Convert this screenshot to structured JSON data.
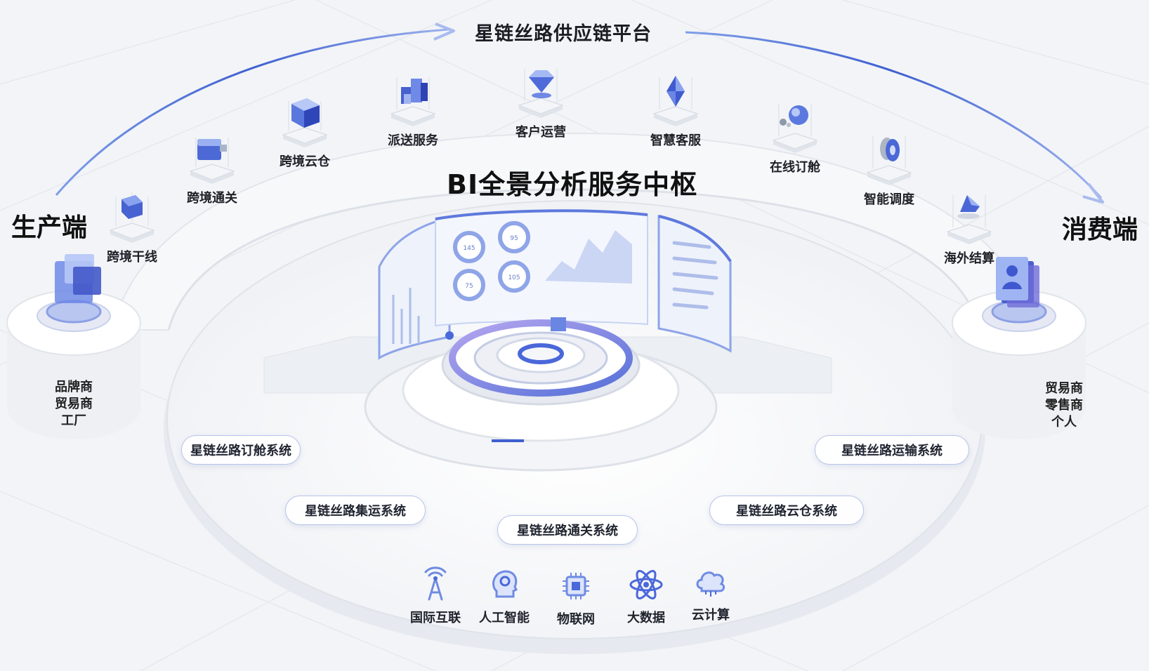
{
  "platform_title": "星链丝路供应链平台",
  "hub_title": "BI全景分析服务中枢",
  "producer": {
    "title": "生产端",
    "lines": [
      "品牌商",
      "贸易商",
      "工厂"
    ]
  },
  "consumer": {
    "title": "消费端",
    "lines": [
      "贸易商",
      "零售商",
      "个人"
    ]
  },
  "services": [
    {
      "label": "跨境干线",
      "icon": "cube-icon"
    },
    {
      "label": "跨境通关",
      "icon": "cube-icon"
    },
    {
      "label": "跨境云仓",
      "icon": "cube-icon"
    },
    {
      "label": "派送服务",
      "icon": "building-blocks-icon"
    },
    {
      "label": "客户运营",
      "icon": "diamond-icon"
    },
    {
      "label": "智慧客服",
      "icon": "crystal-icon"
    },
    {
      "label": "在线订舱",
      "icon": "sphere-icon"
    },
    {
      "label": "智能调度",
      "icon": "rotating-disc-icon"
    },
    {
      "label": "海外结算",
      "icon": "shard-icon"
    }
  ],
  "systems": [
    "星链丝路订舱系统",
    "星链丝路集运系统",
    "星链丝路通关系统",
    "星链丝路云仓系统",
    "星链丝路运输系统"
  ],
  "technologies": [
    {
      "label": "国际互联",
      "icon": "antenna-icon"
    },
    {
      "label": "人工智能",
      "icon": "ai-head-icon"
    },
    {
      "label": "物联网",
      "icon": "chip-icon"
    },
    {
      "label": "大数据",
      "icon": "atom-icon"
    },
    {
      "label": "云计算",
      "icon": "cloud-icon"
    }
  ],
  "dashboard": {
    "gauges": [
      "145",
      "95",
      "75",
      "105"
    ]
  },
  "colors": {
    "accent": "#4a68d9",
    "accent_light": "#8aa2ee",
    "purple": "#9b8fe0",
    "platform": "#f7f8fa",
    "shadow": "#d9dde6"
  }
}
